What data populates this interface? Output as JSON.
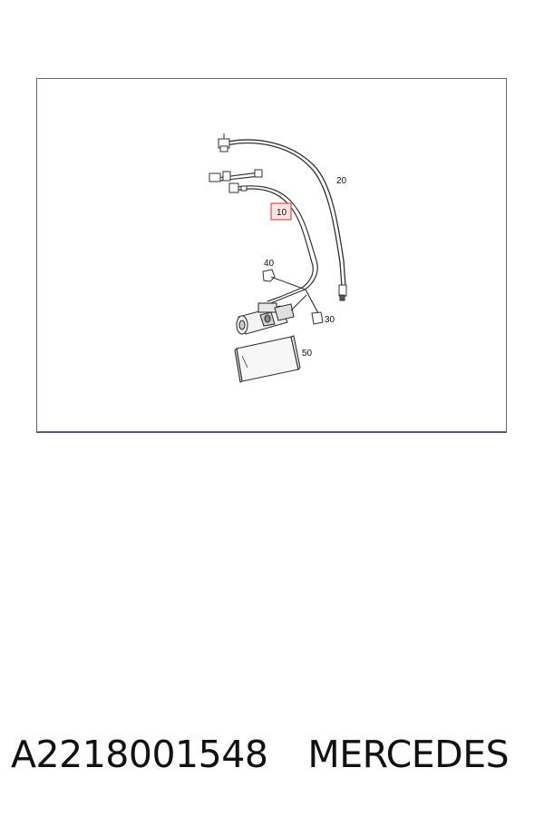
{
  "diagram": {
    "parts": [
      {
        "label": "10",
        "highlighted": true
      },
      {
        "label": "20",
        "highlighted": false
      },
      {
        "label": "30",
        "highlighted": false
      },
      {
        "label": "40",
        "highlighted": false
      },
      {
        "label": "50",
        "highlighted": false
      }
    ],
    "highlight_color": "#e05050",
    "line_color": "#333333"
  },
  "caption": {
    "part_number": "A2218001548",
    "brand": "MERCEDES"
  }
}
